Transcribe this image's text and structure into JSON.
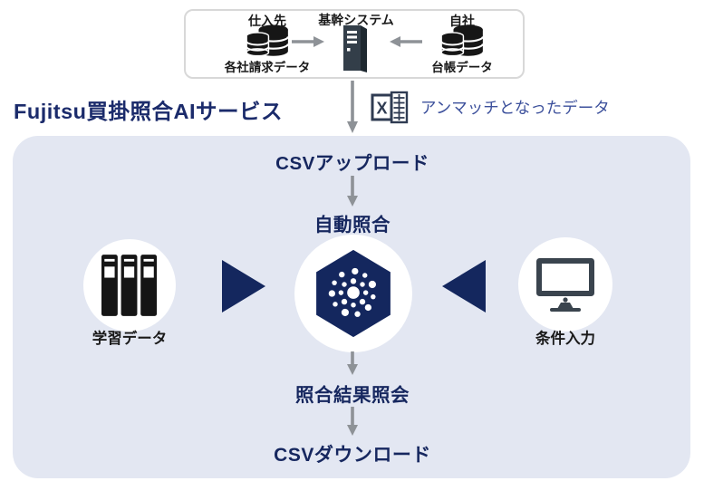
{
  "source_system": {
    "supplier": {
      "title": "仕入先",
      "data_label": "各社請求データ"
    },
    "core_system": {
      "title": "基幹システム"
    },
    "own_company": {
      "title": "自社",
      "data_label": "台帳データ"
    }
  },
  "service": {
    "title": "Fujitsu買掛照合AIサービス",
    "unmatched_data_label": "アンマッチとなったデータ"
  },
  "flow": {
    "csv_upload": "CSVアップロード",
    "auto_matching": "自動照合",
    "learning_data": "学習データ",
    "condition_input": "条件入力",
    "matching_result": "照合結果照会",
    "csv_download": "CSVダウンロード"
  },
  "icons": {
    "excel_letter": "X",
    "names": [
      "database-icon",
      "server-icon",
      "excel-icon",
      "books-icon",
      "monitor-icon",
      "ai-hexagon-icon",
      "arrow-down-icon",
      "arrow-right-icon",
      "arrow-left-icon",
      "triangle-right-icon",
      "triangle-left-icon"
    ]
  },
  "colors": {
    "navy": "#14275e",
    "title_navy": "#1b2b6b",
    "unmatched_text": "#3d519c",
    "panel_bg": "#e3e7f2",
    "arrow_gray": "#8e9297",
    "icon_black": "#161616",
    "icon_slate": "#333e49"
  }
}
